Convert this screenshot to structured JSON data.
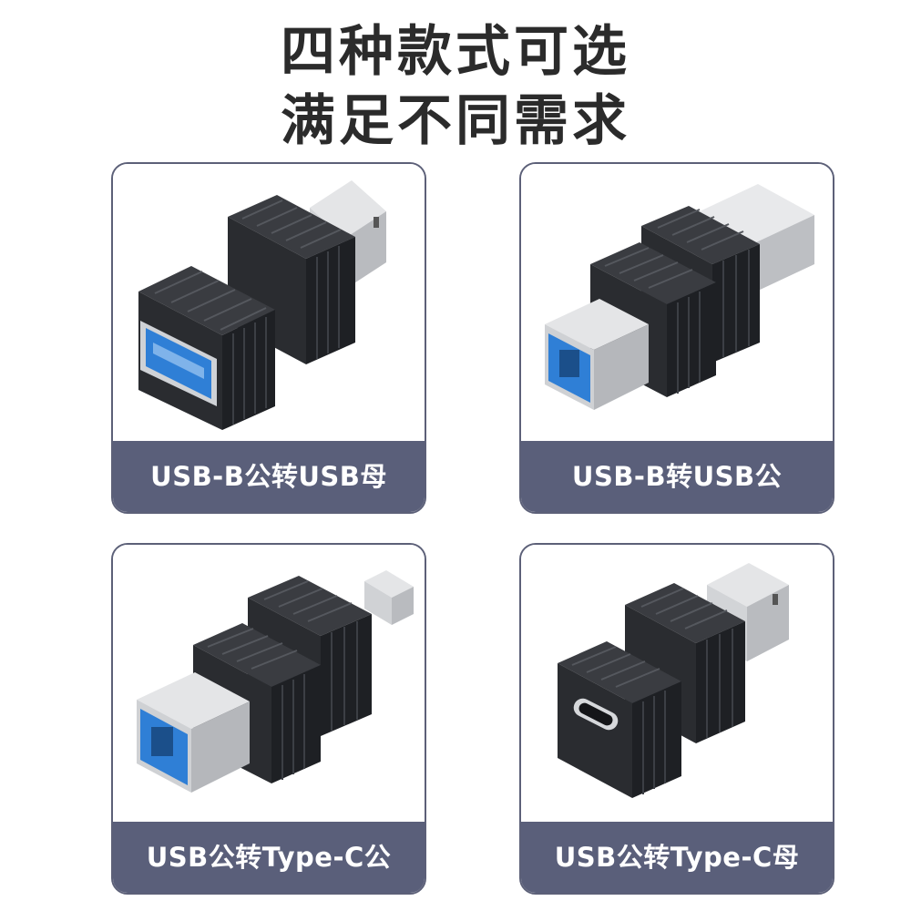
{
  "headline": {
    "line1": "四种款式可选",
    "line2": "满足不同需求"
  },
  "products": [
    {
      "label": "USB-B公转USB母",
      "image": "usb-b-male-to-usb-a-female-adapter"
    },
    {
      "label": "USB-B转USB公",
      "image": "usb-b-to-usb-a-male-adapter"
    },
    {
      "label": "USB公转Type-C公",
      "image": "usb-b-male-to-type-c-male-adapter"
    },
    {
      "label": "USB公转Type-C母",
      "image": "usb-b-male-to-type-c-female-adapter"
    }
  ],
  "colors": {
    "headline": "#2b2b2b",
    "card_border": "#5c6078",
    "label_bar": "#5a5f7a",
    "label_text": "#ffffff",
    "adapter_body": "#2a2c30",
    "usb_blue": "#2f7fd6",
    "metal": "#c9cbce"
  }
}
